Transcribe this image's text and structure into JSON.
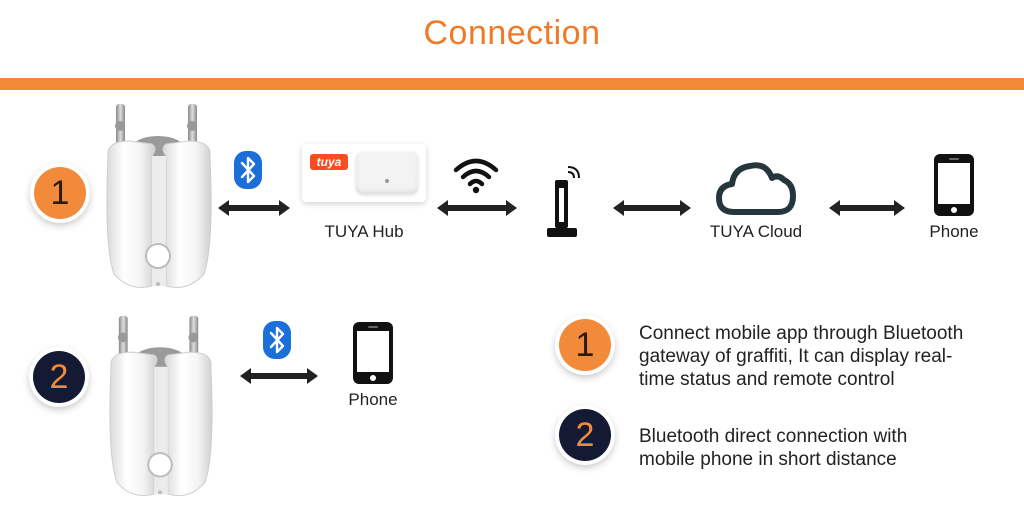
{
  "title": "Connection",
  "labels": {
    "tuya_hub": "TUYA Hub",
    "tuya_cloud": "TUYA Cloud",
    "phone_top": "Phone",
    "phone_bottom": "Phone"
  },
  "tuya_logo": "tuya",
  "badges": {
    "one": "1",
    "two": "2"
  },
  "descriptions": [
    {
      "number": "1",
      "lines": [
        "Connect mobile app through Bluetooth",
        "gateway of graffiti, It can display real-",
        "time status and remote control"
      ]
    },
    {
      "number": "2",
      "lines": [
        "Bluetooth direct connection with",
        "mobile phone in short distance"
      ]
    }
  ],
  "colors": {
    "accent_orange": "#f07a28",
    "badge_navy": "#141a33",
    "bluetooth_blue": "#1a6fd8"
  },
  "icons": [
    "bluetooth-icon",
    "wifi-icon",
    "router-icon",
    "cloud-icon",
    "phone-icon",
    "double-arrow-icon",
    "gateway-hub-icon",
    "lock-device-icon"
  ]
}
